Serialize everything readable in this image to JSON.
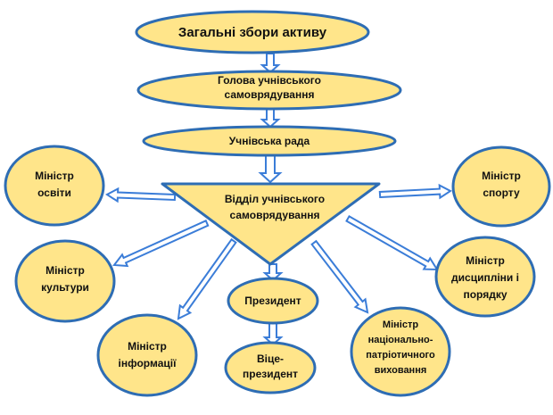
{
  "colors": {
    "fill": "#FFE58A",
    "stroke": "#2E6DB4",
    "arrow_fill": "#FFFFFF",
    "arrow_stroke": "#3B7DD8",
    "text": "#111111"
  },
  "nodes": {
    "general_meeting": {
      "lines": [
        "Загальні збори активу"
      ]
    },
    "head": {
      "lines": [
        "Голова учнівського",
        "самоврядування"
      ]
    },
    "council": {
      "lines": [
        "Учнівська рада"
      ]
    },
    "department": {
      "lines": [
        "Відділ учнівського",
        "самоврядування"
      ]
    },
    "minister_education": {
      "lines": [
        "Міністр",
        "освіти"
      ]
    },
    "minister_culture": {
      "lines": [
        "Міністр",
        "культури"
      ]
    },
    "minister_information": {
      "lines": [
        "Міністр",
        "інформації"
      ]
    },
    "president": {
      "lines": [
        "Президент"
      ]
    },
    "vice_president": {
      "lines": [
        "Віце-",
        "президент"
      ]
    },
    "minister_patriotic": {
      "lines": [
        "Міністр",
        "національно-",
        "патріотичного",
        "виховання"
      ]
    },
    "minister_sport": {
      "lines": [
        "Міністр",
        "спорту"
      ]
    },
    "minister_discipline": {
      "lines": [
        "Міністр",
        "дисципліни і",
        "порядку"
      ]
    }
  },
  "edges": [
    [
      "general_meeting",
      "head"
    ],
    [
      "head",
      "council"
    ],
    [
      "council",
      "department"
    ],
    [
      "department",
      "minister_education"
    ],
    [
      "department",
      "minister_culture"
    ],
    [
      "department",
      "minister_information"
    ],
    [
      "department",
      "president"
    ],
    [
      "president",
      "vice_president"
    ],
    [
      "department",
      "minister_patriotic"
    ],
    [
      "department",
      "minister_sport"
    ],
    [
      "department",
      "minister_discipline"
    ]
  ]
}
